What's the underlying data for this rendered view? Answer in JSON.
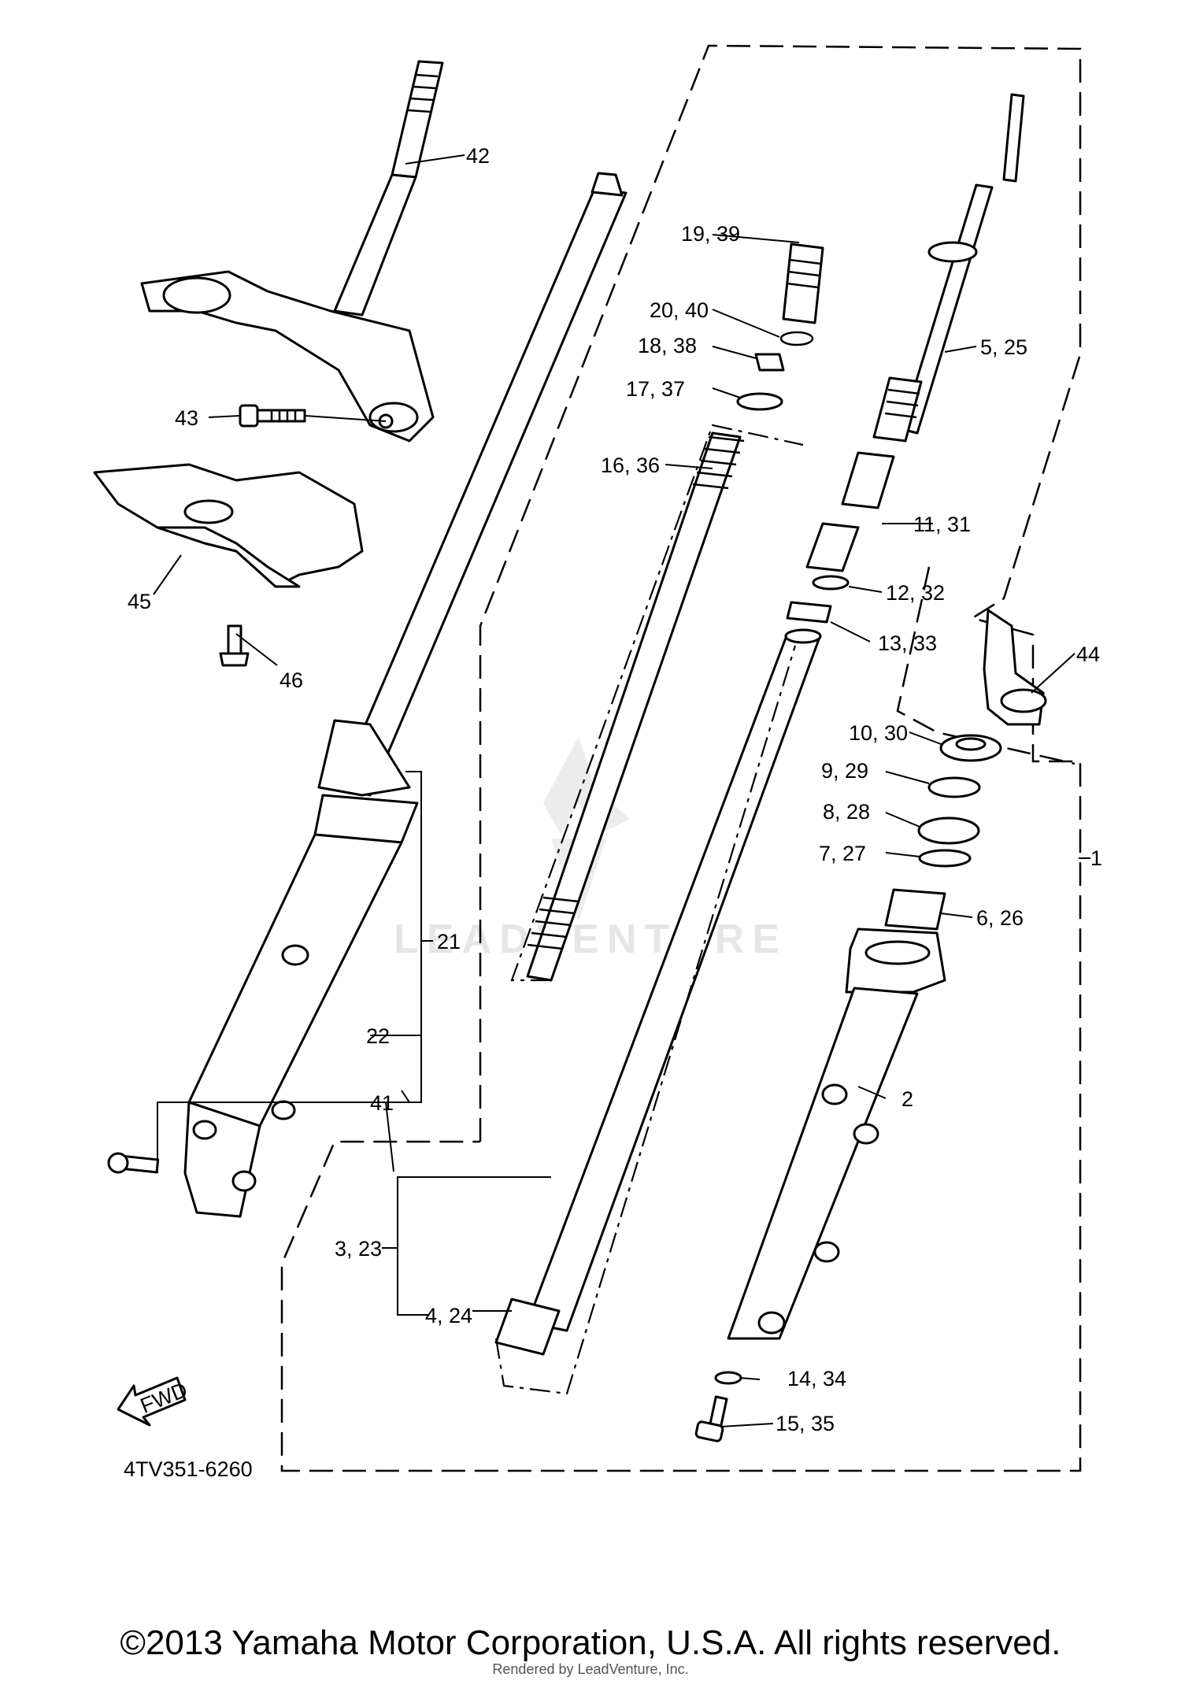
{
  "callouts": {
    "c1": "1",
    "c2": "2",
    "c3_23": "3, 23",
    "c4_24": "4, 24",
    "c5_25": "5, 25",
    "c6_26": "6, 26",
    "c7_27": "7, 27",
    "c8_28": "8, 28",
    "c9_29": "9, 29",
    "c10_30": "10, 30",
    "c11_31": "11, 31",
    "c12_32": "12, 32",
    "c13_33": "13, 33",
    "c14_34": "14, 34",
    "c15_35": "15, 35",
    "c16_36": "16, 36",
    "c17_37": "17, 37",
    "c18_38": "18, 38",
    "c19_39": "19, 39",
    "c20_40": "20, 40",
    "c21": "21",
    "c22": "22",
    "c41": "41",
    "c42": "42",
    "c43": "43",
    "c44": "44",
    "c45": "45",
    "c46": "46"
  },
  "fwd_label": "FWD",
  "diagram_code": "4TV351-6260",
  "watermark": "LEADVENTURE",
  "copyright": "©2013 Yamaha Motor Corporation, U.S.A. All rights reserved.",
  "rendered_by": "Rendered by LeadVenture, Inc."
}
